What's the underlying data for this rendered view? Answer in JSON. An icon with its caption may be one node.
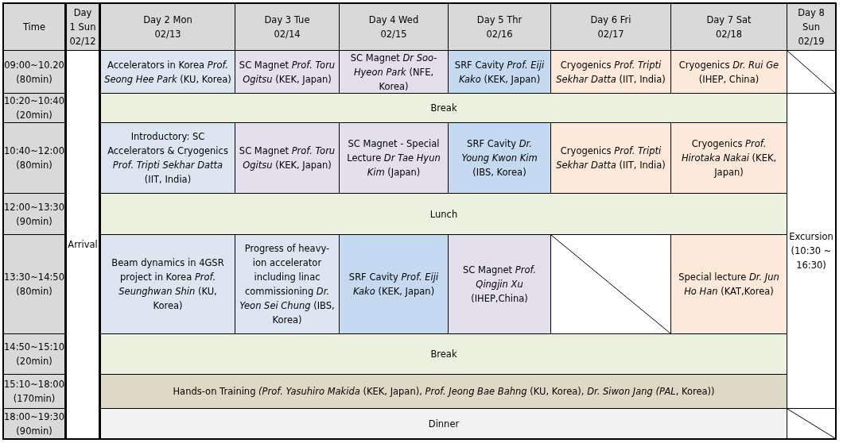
{
  "diagram": {
    "labels": [
      "Time",
      "Day 1 Sun 02/12",
      "Day 2 Mon 02/13",
      "Day 3 Tue 02/14",
      "Day 4 Wed 02/15",
      "Day 5 Thr 02/16",
      "Day 6 Fri 02/17",
      "Day 7 Sat 02/18",
      "Day 8 Sun 02/19",
      "09:00~10.20 (80min)",
      "Arrival",
      "Accelerators in Korea *Prof. Seong Hee Park* (KU, Korea)",
      "SC Magnet *Prof. Toru Ogitsu* (KEK, Japan)",
      "SC Magnet *Dr Soo-Hyeon Park* (NFE, Korea)",
      "SRF Cavity *Prof. Eiji Kako* (KEK, Japan)",
      "Cryogenics *Prof. Tripti Sekhar Datta* (IIT, India)",
      "Cryogenics *Dr. Rui Ge* (IHEP, China)",
      "10:20~10:40 (20min)",
      "Break",
      "Excursion (10:30 ~ 16:30)",
      "10:40~12:00 (80min)",
      "Introductory: SC Accelerators & Cryogenics *Prof. Tripti Sekhar Datta* (IIT, India)",
      "SC Magnet *Prof. Toru Ogitsu* (KEK, Japan)",
      "SC Magnet - Special Lecture *Dr Tae Hyun Kim* (Japan)",
      "SRF Cavity *Dr. Young Kwon Kim* (IBS, Korea)",
      "Cryogenics *Prof. Tripti Sekhar Datta* (IIT, India)",
      "Cryogenics *Prof. Hirotaka Nakai* (KEK, Japan)",
      "12:00~13:30 (90min)",
      "Lunch",
      "13:30~14:50 (80min)",
      "Beam dynamics in 4GSR project in Korea *Prof. Seunghwan Shin* (KU, Korea)",
      "Progress of heavy-ion accelerator including linac commissioning *Dr. Yeon Sei Chung* (IBS, Korea)",
      "SRF Cavity *Prof. Eiji Kako* (KEK, Japan)",
      "SC Magnet *Prof. Qingjin Xu* (IHEP,China)",
      "Special lecture *Dr. Jun Ho Han* (KAT,Korea)",
      "14:50~15:10 (20min)",
      "Break",
      "15:10~18:00 (170min)",
      "Hands-on Training *(Prof. Yasuhiro Makida* (KEK, Japan), *Prof. Jeong Bae Bahng* (KU, Korea), *Dr. Siwon Jang (PAL*, Korea))",
      "18:00~19:30 (90min)",
      "Dinner"
    ]
  }
}
